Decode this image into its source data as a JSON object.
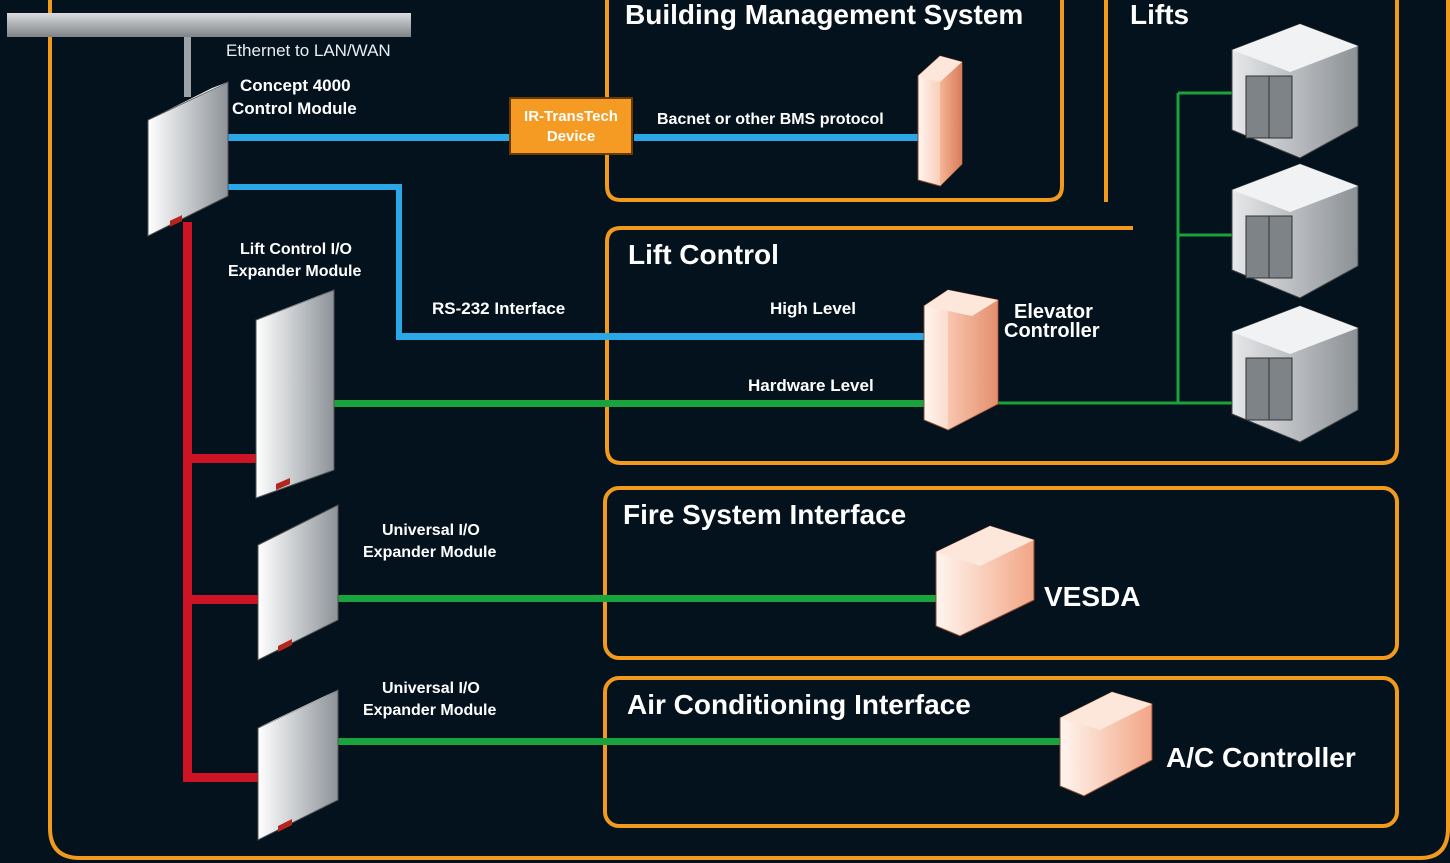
{
  "sections": {
    "bms": "Building Management System",
    "lifts": "Lifts",
    "lift_control": "Lift Control",
    "fire": "Fire System Interface",
    "ac": "Air Conditioning Interface"
  },
  "labels": {
    "ethernet": "Ethernet to LAN/WAN",
    "concept_line1": "Concept 4000",
    "concept_line2": "Control Module",
    "transtech_line1": "IR-TransTech",
    "transtech_line2": "Device",
    "bacnet": "Bacnet or other BMS protocol",
    "lift_io_line1": "Lift Control I/O",
    "lift_io_line2": "Expander Module",
    "rs232": "RS-232 Interface",
    "high_level": "High Level",
    "hardware_level": "Hardware Level",
    "elevator_line1": "Elevator",
    "elevator_line2": "Controller",
    "uio1_line1": "Universal I/O",
    "uio1_line2": "Expander Module",
    "uio2_line1": "Universal I/O",
    "uio2_line2": "Expander Module",
    "vesda": "VESDA",
    "ac_controller": "A/C Controller"
  },
  "colors": {
    "background": "#03121d",
    "frame": "#f19a1c",
    "ethernet_link": "#2aa7e6",
    "io_link": "#1aa33c",
    "bus": "#cc1424",
    "device_accent": "#b3261e"
  },
  "icons": [
    "control-module-icon",
    "io-expander-icon",
    "bms-server-icon",
    "elevator-controller-icon",
    "vesda-icon",
    "ac-controller-icon",
    "lift-car-icon"
  ]
}
